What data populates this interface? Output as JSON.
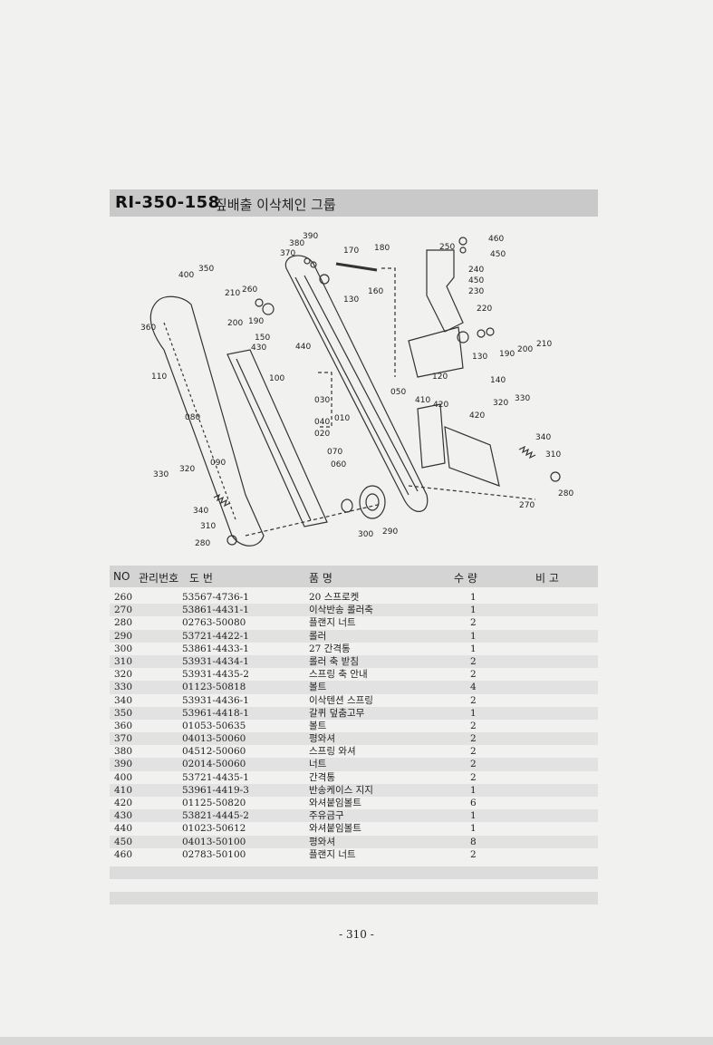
{
  "title": {
    "code": "RI-350-158",
    "name": "짚배출 이삭체인 그룹"
  },
  "diagram_labels": [
    "390",
    "380",
    "370",
    "170",
    "180",
    "250",
    "460",
    "450",
    "240",
    "450",
    "230",
    "400",
    "350",
    "210",
    "260",
    "160",
    "130",
    "360",
    "200",
    "190",
    "150",
    "440",
    "430",
    "220",
    "190",
    "200",
    "210",
    "130",
    "120",
    "140",
    "110",
    "100",
    "030",
    "040",
    "010",
    "020",
    "050",
    "410",
    "420",
    "420",
    "320",
    "330",
    "080",
    "340",
    "310",
    "090",
    "320",
    "070",
    "060",
    "330",
    "340",
    "310",
    "280",
    "280",
    "270",
    "300",
    "290"
  ],
  "table": {
    "headers": {
      "no": "NO",
      "mgmt": "관리번호",
      "draw": "도     번",
      "name": "품          명",
      "qty": "수    량",
      "note": "비  고"
    },
    "rows": [
      {
        "no": "260",
        "part": "53567-4736-1",
        "name": "20 스프로켓",
        "qty": "1"
      },
      {
        "no": "270",
        "part": "53861-4431-1",
        "name": "이삭반송 롤러축",
        "qty": "1"
      },
      {
        "no": "280",
        "part": "02763-50080",
        "name": "플랜지 너트",
        "qty": "2"
      },
      {
        "no": "290",
        "part": "53721-4422-1",
        "name": "롤러",
        "qty": "1"
      },
      {
        "no": "300",
        "part": "53861-4433-1",
        "name": "27 간격통",
        "qty": "1"
      },
      {
        "no": "310",
        "part": "53931-4434-1",
        "name": "롤러 축 받침",
        "qty": "2"
      },
      {
        "no": "320",
        "part": "53931-4435-2",
        "name": "스프링 축 안내",
        "qty": "2"
      },
      {
        "no": "330",
        "part": "01123-50818",
        "name": "볼트",
        "qty": "4"
      },
      {
        "no": "340",
        "part": "53931-4436-1",
        "name": "이삭텐션 스프링",
        "qty": "2"
      },
      {
        "no": "350",
        "part": "53961-4418-1",
        "name": "갈퀴 덮춤고무",
        "qty": "1"
      },
      {
        "no": "360",
        "part": "01053-50635",
        "name": "볼트",
        "qty": "2"
      },
      {
        "no": "370",
        "part": "04013-50060",
        "name": "평와셔",
        "qty": "2"
      },
      {
        "no": "380",
        "part": "04512-50060",
        "name": "스프링 와셔",
        "qty": "2"
      },
      {
        "no": "390",
        "part": "02014-50060",
        "name": "너트",
        "qty": "2"
      },
      {
        "no": "400",
        "part": "53721-4435-1",
        "name": "간격통",
        "qty": "2"
      },
      {
        "no": "410",
        "part": "53961-4419-3",
        "name": "반송케이스 지지",
        "qty": "1"
      },
      {
        "no": "420",
        "part": "01125-50820",
        "name": "와셔붙임볼트",
        "qty": "6"
      },
      {
        "no": "430",
        "part": "53821-4445-2",
        "name": "주유금구",
        "qty": "1"
      },
      {
        "no": "440",
        "part": "01023-50612",
        "name": "와셔붙임볼트",
        "qty": "1"
      },
      {
        "no": "450",
        "part": "04013-50100",
        "name": "평와셔",
        "qty": "8"
      },
      {
        "no": "460",
        "part": "02783-50100",
        "name": "플랜지 너트",
        "qty": "2"
      }
    ]
  },
  "page_number": "- 310 -"
}
